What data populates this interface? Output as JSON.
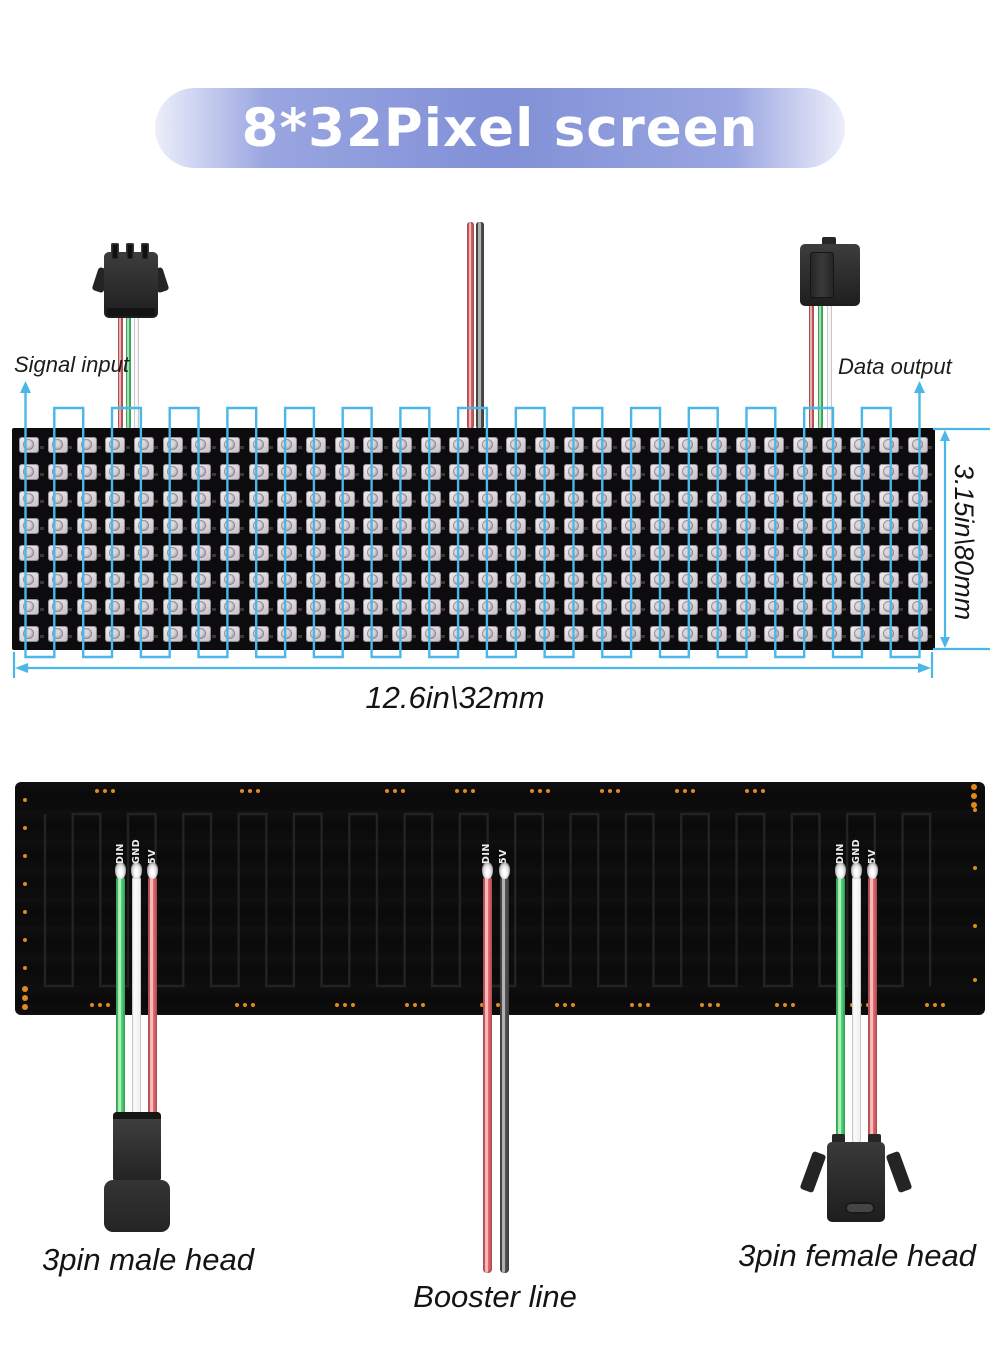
{
  "title": "8*32Pixel screen",
  "front": {
    "signal_input": "Signal input",
    "data_output": "Data output",
    "dim_height": "3.15in\\80mm",
    "dim_width": "12.6in\\32mm",
    "rows": 8,
    "cols": 32
  },
  "back": {
    "left_pads": [
      "DIN",
      "GND",
      "5V"
    ],
    "mid_pads": [
      "DIN",
      "5V"
    ],
    "right_pads": [
      "DIN",
      "GND",
      "5V"
    ]
  },
  "captions": {
    "male_head": "3pin male head",
    "booster_line": "Booster line",
    "female_head": "3pin female head"
  },
  "colors": {
    "annotation": "#4ab7e8",
    "banner_center": "#8190d7",
    "banner_edge": "#eceefa",
    "title_text": "#ffffff",
    "label_text": "#1c1c1c",
    "wire_red": "#ee6a6e",
    "wire_green": "#4fdd74",
    "wire_white": "#f2f2f2",
    "wire_dark": "#565656",
    "pad_orange": "#e08a1e",
    "pcb_black": "#0c0c0e"
  }
}
